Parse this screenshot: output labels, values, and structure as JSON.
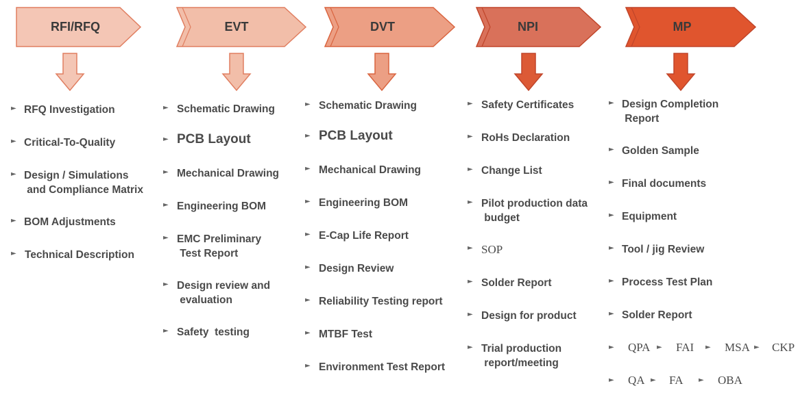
{
  "phases": [
    {
      "label": "RFI/RFQ",
      "fill": "#f4c6b5",
      "arrow_fill": "#f4c6b5",
      "arrow_stroke": "#e07e60",
      "items": [
        "RFQ Investigation",
        "Critical-To-Quality",
        "Design / Simulations\n and Compliance Matrix",
        "BOM Adjustments",
        "Technical Description"
      ]
    },
    {
      "label": "EVT",
      "fill": "#f2bea9",
      "arrow_fill": "#f2bea9",
      "arrow_stroke": "#e07e60",
      "items": [
        "Schematic Drawing",
        "PCB Layout",
        "Mechanical Drawing",
        "Engineering BOM",
        "EMC Preliminary\n Test Report",
        "Design review and\n evaluation",
        "Safety  testing"
      ]
    },
    {
      "label": "DVT",
      "fill": "#ec9f84",
      "arrow_fill": "#ec9f84",
      "arrow_stroke": "#d9643f",
      "items": [
        "Schematic Drawing",
        "PCB Layout",
        "Mechanical Drawing",
        "Engineering BOM",
        "E-Cap Life Report",
        "Design Review",
        "Reliability Testing report",
        "MTBF Test",
        "Environment Test Report"
      ]
    },
    {
      "label": "NPI",
      "fill": "#d9715a",
      "arrow_fill": "#dc5a36",
      "arrow_stroke": "#c0452a",
      "items": [
        "Safety Certificates",
        "RoHs Declaration",
        "Change List",
        "Pilot production data\n budget",
        "SOP",
        "Solder Report",
        "Design for product",
        "Trial production\n report/meeting"
      ]
    },
    {
      "label": "MP",
      "fill": "#e0552e",
      "arrow_fill": "#e0552e",
      "arrow_stroke": "#c0452a",
      "items": [
        "Design Completion\n Report",
        "Golden Sample",
        "Final documents",
        "Equipment",
        "Tool / jig Review",
        "Process Test Plan",
        "Solder Report"
      ],
      "abbreviations_row1": [
        "QPA",
        "FAI",
        "MSA",
        "CKP"
      ],
      "abbreviations_row2": [
        "QA",
        "FA",
        "OBA"
      ]
    }
  ],
  "colors": {
    "text": "#4a4a4a",
    "bullet": "#666666"
  }
}
